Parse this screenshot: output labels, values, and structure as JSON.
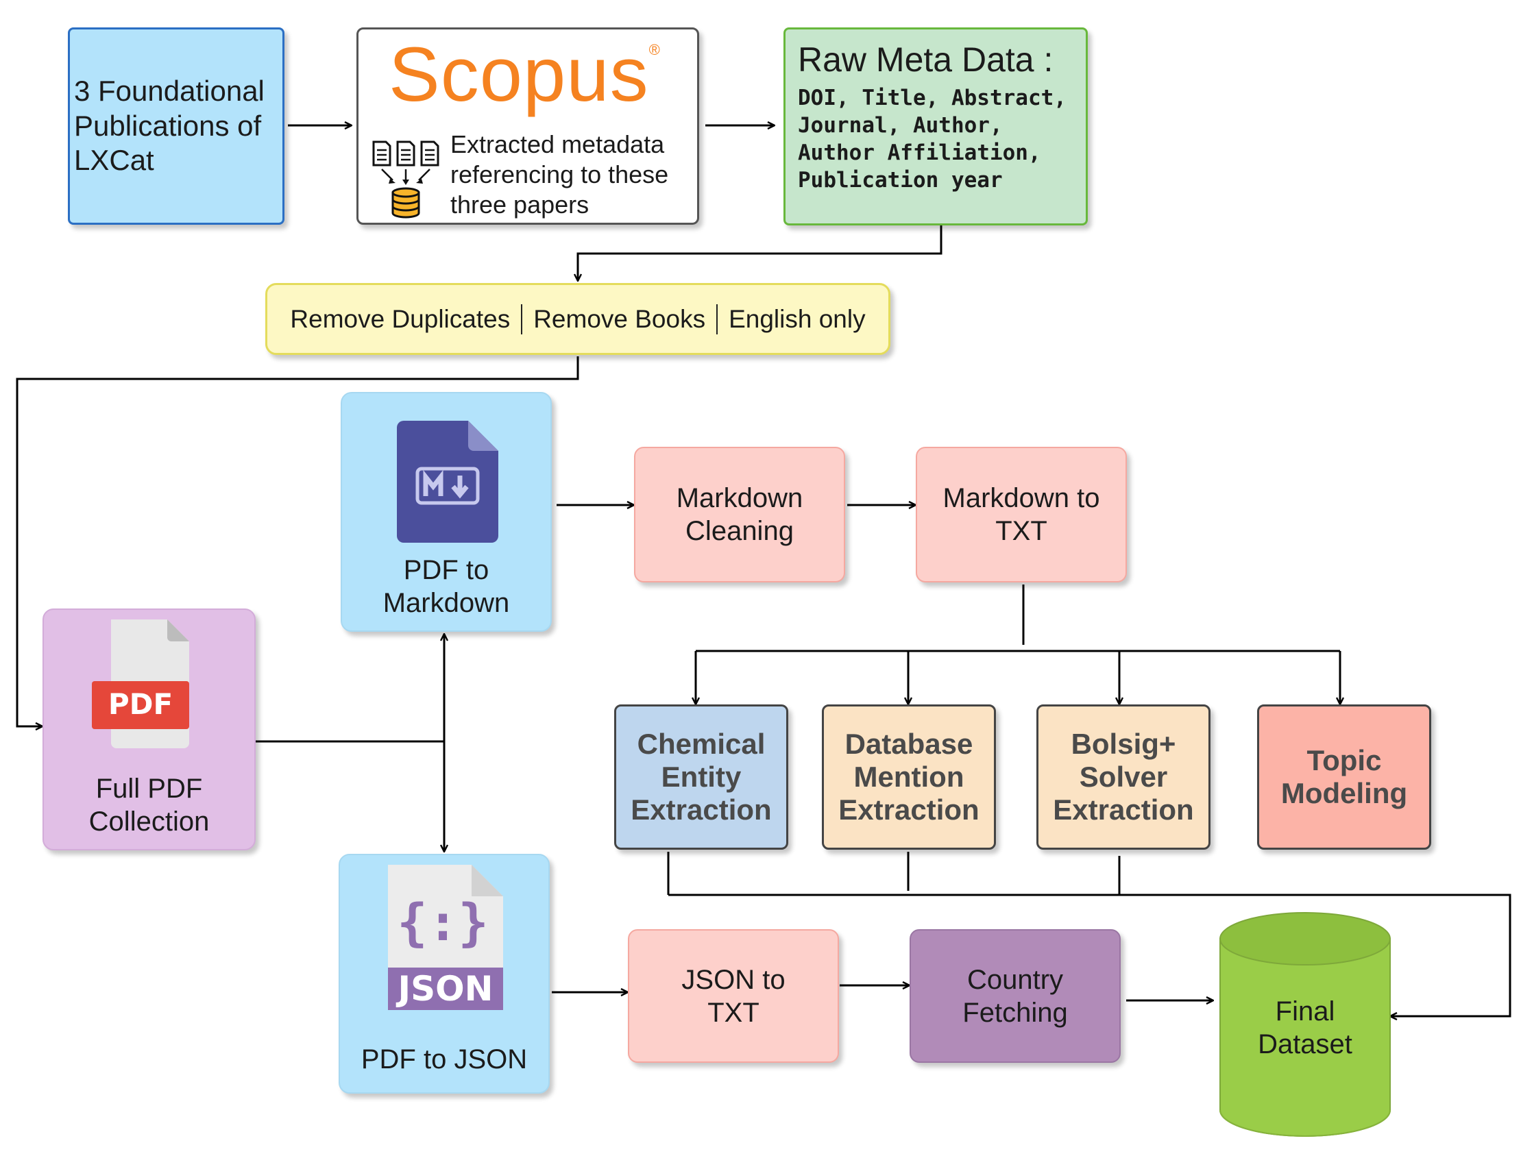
{
  "nodes": {
    "foundational": {
      "lines": [
        "3 Foundational",
        "Publications of",
        "LXCat"
      ]
    },
    "scopus": {
      "logo": "Scopus",
      "mark": "®",
      "caption": [
        "Extracted metadata",
        "referencing to these",
        "three papers"
      ],
      "icon": "documents-to-database-icon"
    },
    "raw_meta": {
      "title": "Raw Meta Data :",
      "fields": [
        "DOI, Title, Abstract,",
        "Journal, Author,",
        "Author Affiliation,",
        "Publication year"
      ]
    },
    "filter": {
      "items": [
        "Remove Duplicates",
        "Remove Books",
        "English only"
      ]
    },
    "pdf_md": {
      "lines": [
        "PDF to",
        "Markdown"
      ],
      "icon": "markdown-file-icon"
    },
    "md_clean": {
      "lines": [
        "Markdown",
        "Cleaning"
      ]
    },
    "md_txt": {
      "lines": [
        "Markdown to",
        "TXT"
      ]
    },
    "full_pdf": {
      "lines": [
        "Full PDF",
        "Collection"
      ],
      "icon": "pdf-file-icon",
      "badge": "PDF"
    },
    "chem": {
      "lines": [
        "Chemical",
        "Entity",
        "Extraction"
      ]
    },
    "db": {
      "lines": [
        "Database",
        "Mention",
        "Extraction"
      ]
    },
    "bolsig": {
      "lines": [
        "Bolsig+",
        "Solver",
        "Extraction"
      ]
    },
    "topic": {
      "lines": [
        "Topic",
        "Modeling"
      ]
    },
    "pdf_json": {
      "lines": [
        "PDF to JSON"
      ],
      "icon": "json-file-icon",
      "badge": "JSON"
    },
    "json_txt": {
      "lines": [
        "JSON to",
        "TXT"
      ]
    },
    "country": {
      "lines": [
        "Country",
        "Fetching"
      ]
    },
    "final": {
      "lines": [
        "Final",
        "Dataset"
      ]
    }
  },
  "colors": {
    "light_blue": "#b3e3fb",
    "pink": "#fdd0cb",
    "green": "#c6e6cc",
    "yellow": "#fdf8c4",
    "lavender": "#e1bfe6",
    "chem": "#bed6ee",
    "peach": "#fbe3c4",
    "topic": "#fcb3a7",
    "purple": "#b18bb8",
    "cylinder": "#9acd48",
    "scopus_orange": "#f58220"
  }
}
